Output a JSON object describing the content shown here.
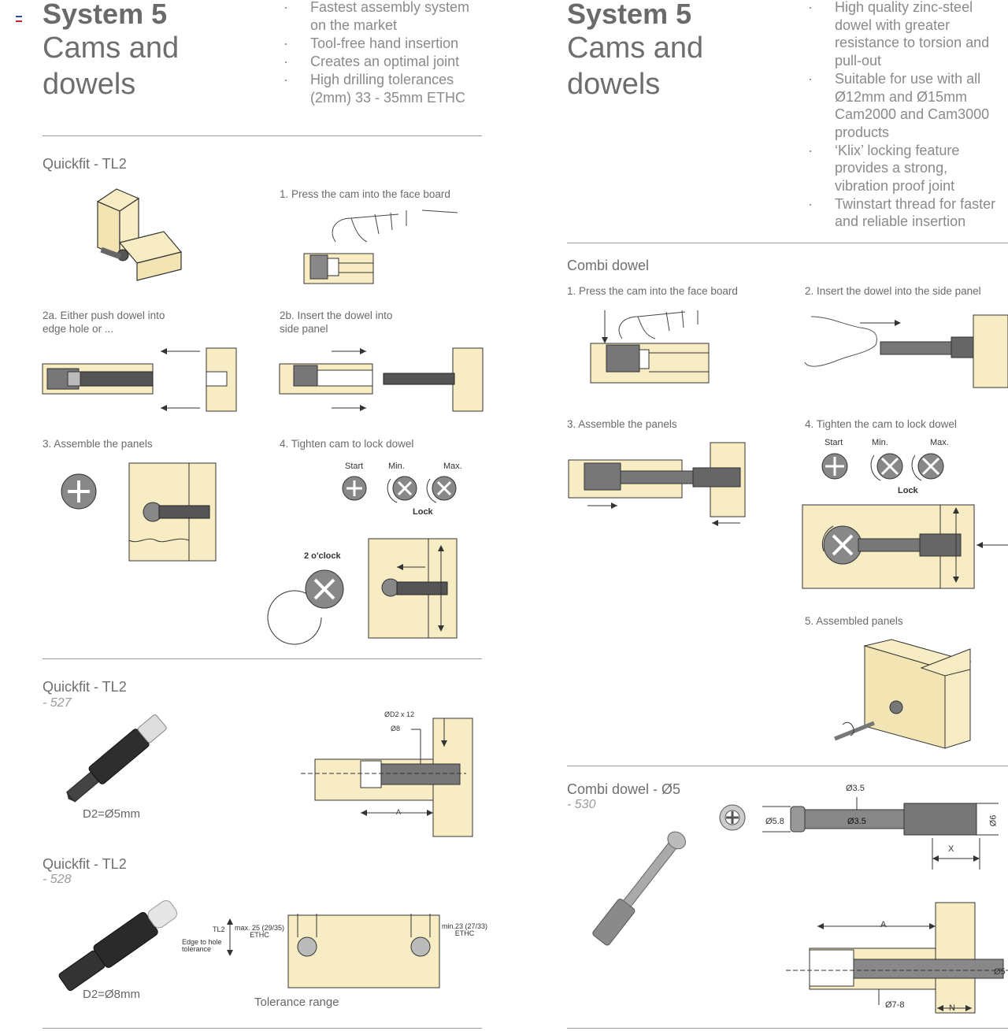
{
  "colors": {
    "wood": "#f7ecc4",
    "metal": "#7a7a7a",
    "text": "#6e6e6e",
    "rule": "#9a9a9a"
  },
  "left": {
    "title": "System 5",
    "subtitle": [
      "Cams and",
      "dowels"
    ],
    "bullets": [
      "Fastest assembly system",
      "on the market",
      "Tool-free hand insertion",
      "Creates an optimal joint",
      "High drilling tolerances",
      "(2mm) 33 - 35mm ETHC"
    ],
    "section1": {
      "title": "Quickfit - TL2",
      "step1": "1. Press the cam into the face board",
      "step2a": [
        "2a. Either push dowel into",
        "edge hole or ..."
      ],
      "step2b": [
        "2b. Insert the dowel into",
        "side panel"
      ],
      "step3": "3. Assemble the panels",
      "step4": "4. Tighten cam to lock dowel",
      "start": "Start",
      "min": "Min.",
      "max": "Max.",
      "lock": "Lock",
      "clock": "2 o'clock"
    },
    "product527": {
      "title": "Quickfit - TL2",
      "code": "- 527",
      "dim": "D2=Ø5mm",
      "d2": "ØD2 x 12",
      "d8": "Ø8",
      "a": "A"
    },
    "product528": {
      "title": "Quickfit - TL2",
      "code": "- 528",
      "dim": "D2=Ø8mm",
      "tl2": "TL2",
      "edge": [
        "Edge to hole",
        "tolerance"
      ],
      "max": [
        "max. 25 (29/35)",
        "ETHC"
      ],
      "min": [
        "min.23 (27/33)",
        "ETHC"
      ],
      "tolerance": "Tolerance range"
    }
  },
  "right": {
    "title": "System 5",
    "subtitle": [
      "Cams and",
      "dowels"
    ],
    "bullets": [
      "High quality zinc-steel",
      "dowel with greater",
      "resistance to torsion and",
      "pull-out",
      "Suitable for use with all",
      "Ø12mm and Ø15mm",
      "Cam2000 and Cam3000",
      "products",
      "‘Klix’ locking feature",
      "provides a strong,",
      "vibration proof joint",
      "Twinstart thread for faster",
      "and reliable insertion"
    ],
    "section": {
      "title": "Combi dowel",
      "step1": "1. Press the cam into the face board",
      "step2": "2. Insert the dowel into the side panel",
      "step3": "3. Assemble the panels",
      "step4": "4. Tighten the cam to lock dowel",
      "step5": "5. Assembled panels",
      "start": "Start",
      "min": "Min.",
      "max": "Max.",
      "lock": "Lock"
    },
    "product530": {
      "title": "Combi dowel  - Ø5",
      "code": "- 530",
      "d35a": "Ø3.5",
      "d58": "Ø5.8",
      "d35b": "Ø3.5",
      "d6": "Ø6",
      "x": "X",
      "a": "A",
      "d5": "Ø5",
      "d78": "Ø7-8",
      "n": "N"
    }
  }
}
